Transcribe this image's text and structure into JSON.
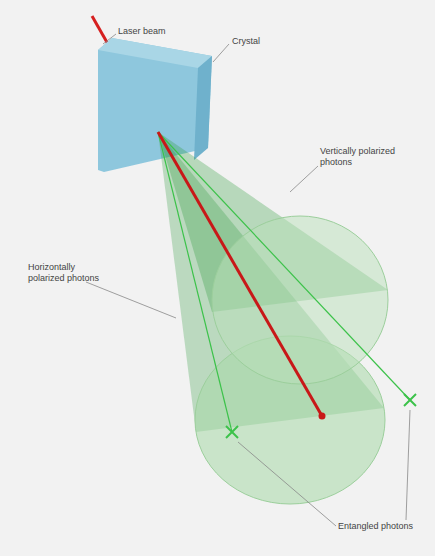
{
  "diagram": {
    "labels": [
      "Laser beam",
      "Crystal",
      "Vertically polarized photons",
      "Horizontally polarized photons",
      "Entangled photons"
    ]
  }
}
